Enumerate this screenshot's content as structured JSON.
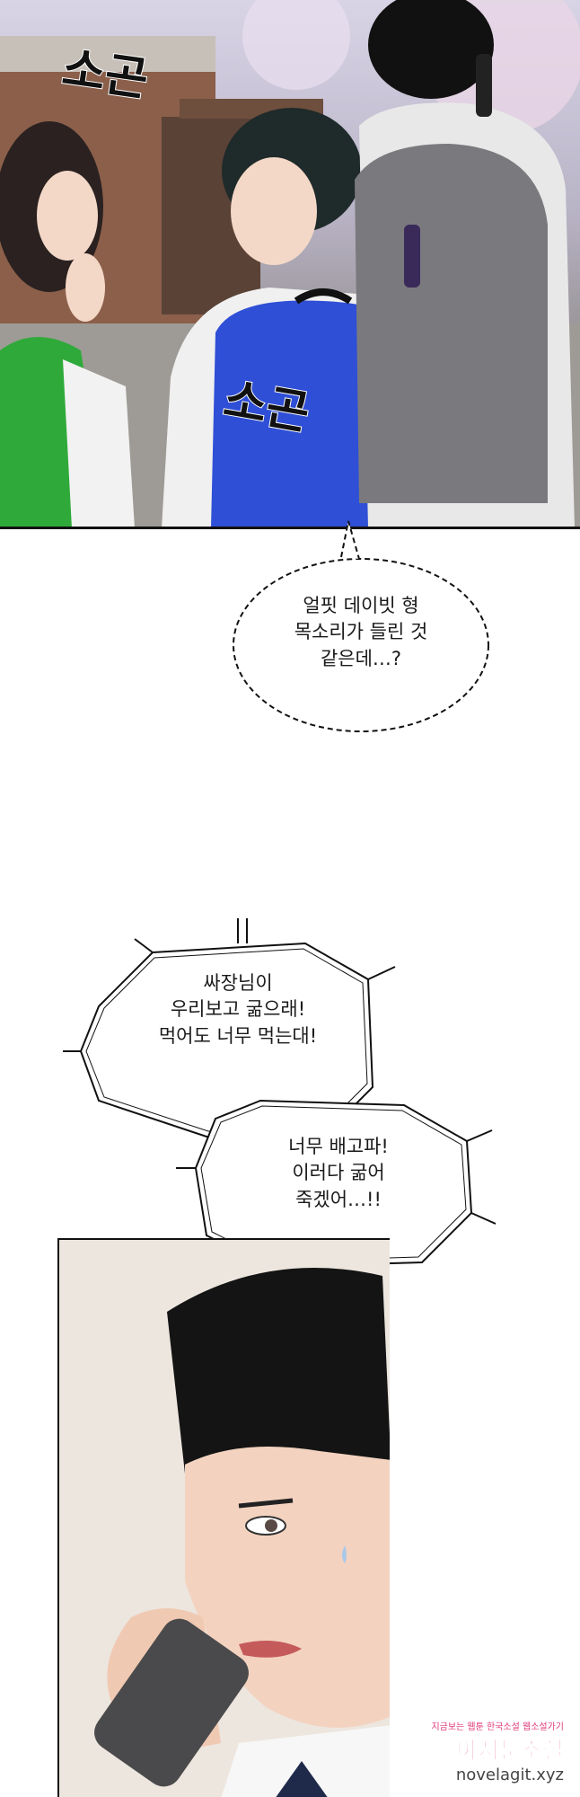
{
  "panel1": {
    "sfx_1": "소곤",
    "sfx_2": "소곤"
  },
  "bubble_1": {
    "lines": [
      "얼핏 데이빗 형",
      "목소리가 들린 것",
      "같은데…?"
    ]
  },
  "bubble_2": {
    "lines": [
      "싸장님이",
      "우리보고 굶으래!",
      "먹어도 너무 먹는대!"
    ]
  },
  "bubble_3": {
    "lines": [
      "너무 배고파!",
      "이러다 굶어",
      "죽겠어…!!"
    ]
  },
  "watermark": {
    "tagline": "지금보는 웹툰 한국소설 웹소설가기",
    "brand": "아지툰소설",
    "url": "novelagit.xyz"
  },
  "colors": {
    "backpack_blue": "#2f4fd6",
    "backpack_gray": "#7a7a7e",
    "green_shirt": "#2faa3a"
  }
}
